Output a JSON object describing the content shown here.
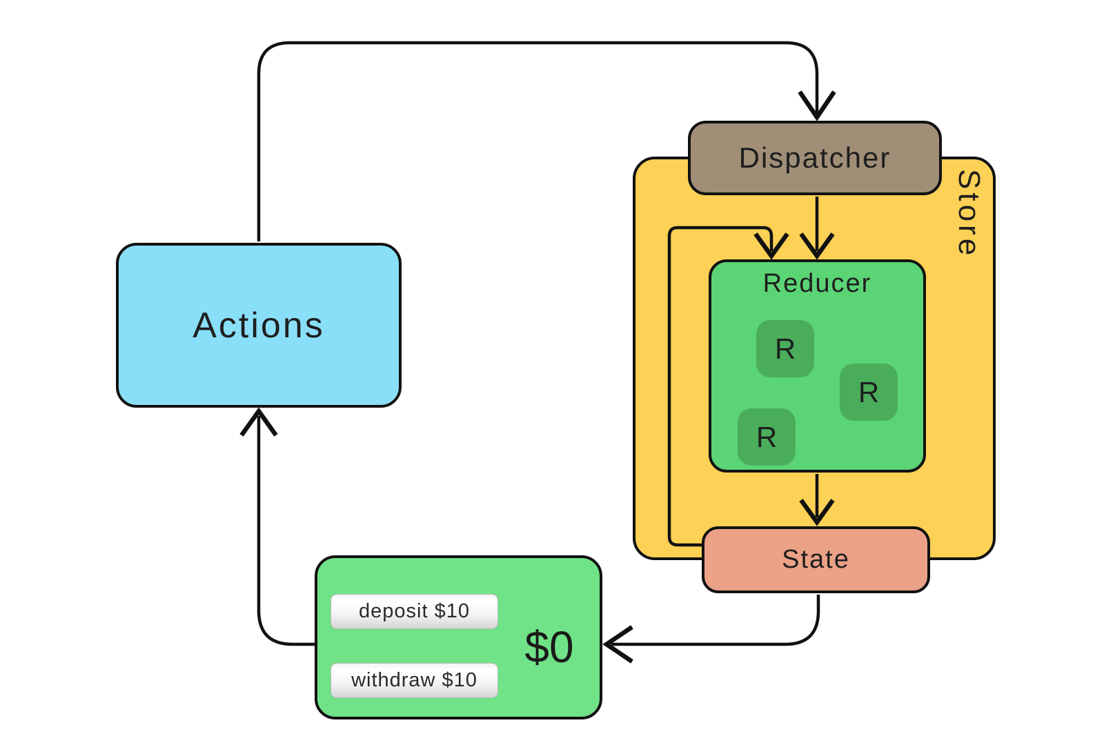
{
  "actions": {
    "label": "Actions"
  },
  "store": {
    "label": "Store"
  },
  "dispatcher": {
    "label": "Dispatcher"
  },
  "reducer": {
    "label": "Reducer",
    "units": [
      {
        "label": "R"
      },
      {
        "label": "R"
      },
      {
        "label": "R"
      }
    ]
  },
  "state": {
    "label": "State"
  },
  "view": {
    "balance": "$0",
    "buttons": [
      {
        "label": "deposit $10"
      },
      {
        "label": "withdraw $10"
      }
    ]
  },
  "colors": {
    "actions_fill": "#8adff8",
    "store_fill": "#fdd155",
    "dispatcher_fill": "#a08e77",
    "reducer_fill": "#5bd475",
    "reducer_unit_fill": "#4aad5b",
    "state_fill": "#eba287",
    "view_fill": "#70e287",
    "line": "#111111"
  }
}
